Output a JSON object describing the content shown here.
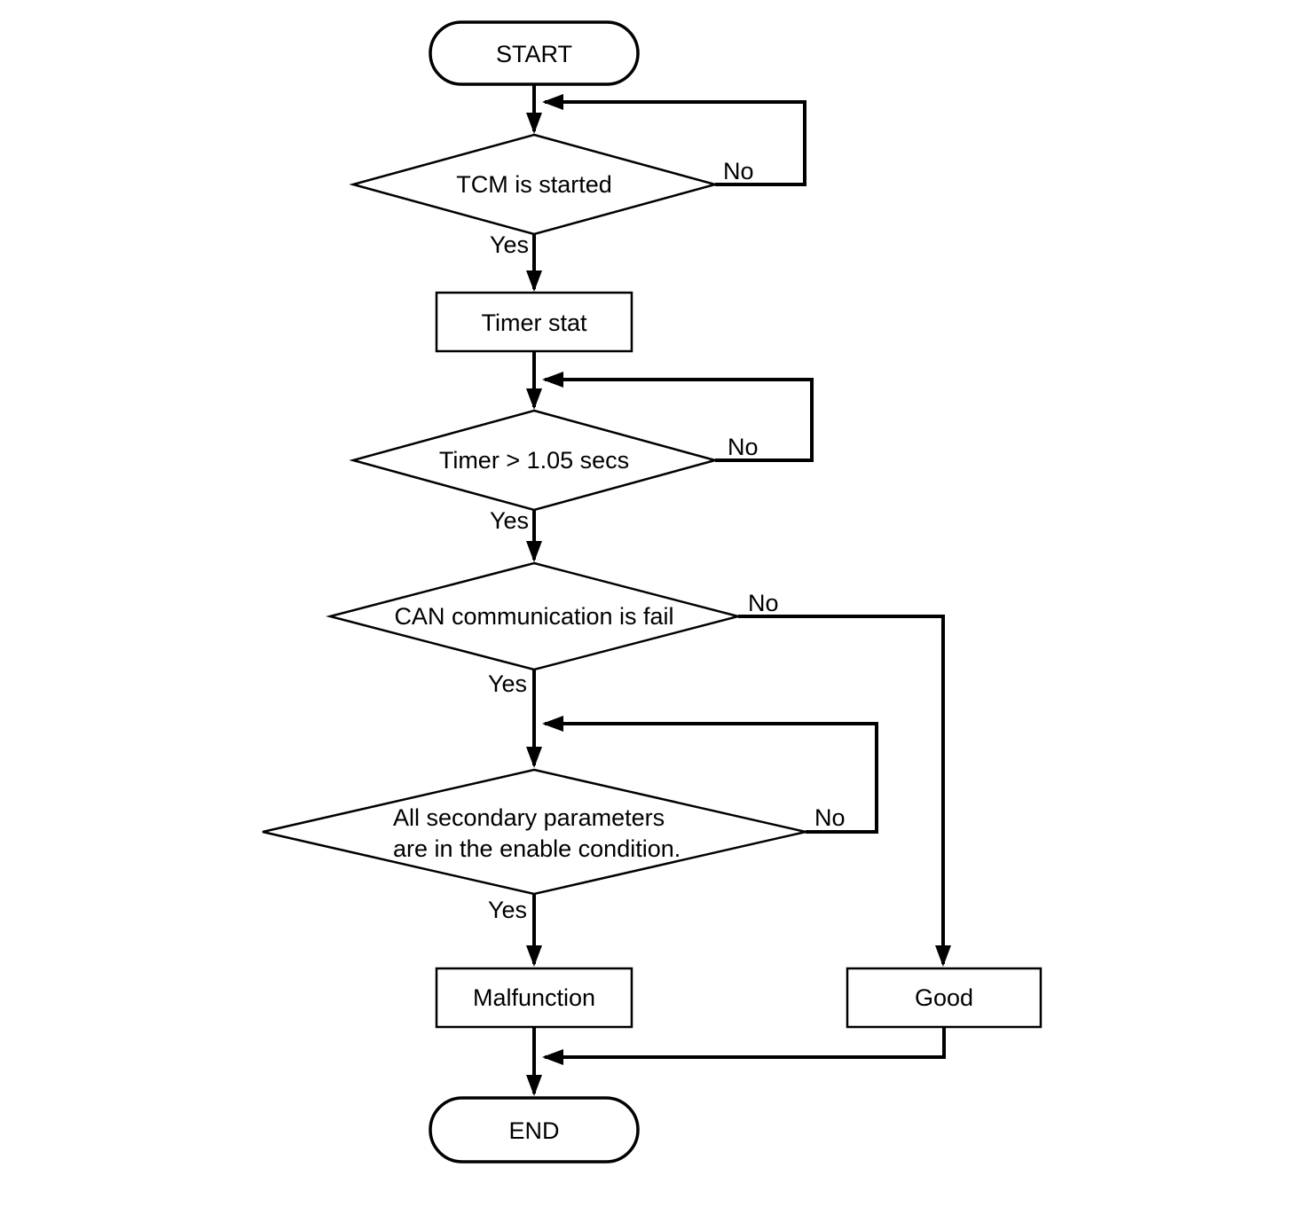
{
  "diagram": {
    "background": "#ffffff",
    "line_color": "#000000",
    "text_color": "#000000",
    "nodes": {
      "start": {
        "type": "terminator",
        "label": "START"
      },
      "tcm_started": {
        "type": "decision",
        "label": "TCM is started"
      },
      "timer_stat": {
        "type": "process",
        "label": "Timer stat"
      },
      "timer_threshold": {
        "type": "decision",
        "label": "Timer > 1.05 secs"
      },
      "can_communication": {
        "type": "decision",
        "label": "CAN communication is fail"
      },
      "secondary_parameters": {
        "type": "decision",
        "label_line1": "All secondary parameters",
        "label_line2": "are in the enable condition."
      },
      "malfunction": {
        "type": "process",
        "label": "Malfunction"
      },
      "good": {
        "type": "process",
        "label": "Good"
      },
      "end": {
        "type": "terminator",
        "label": "END"
      }
    },
    "edge_labels": {
      "yes": "Yes",
      "no": "No"
    }
  }
}
